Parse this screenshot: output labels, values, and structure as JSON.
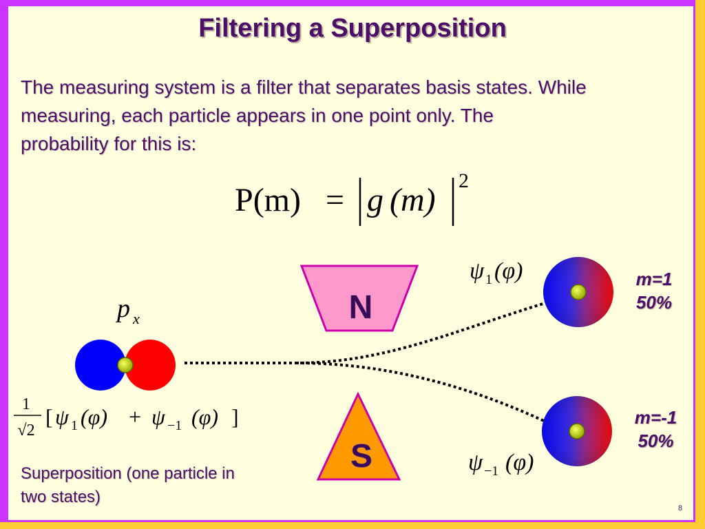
{
  "title": "Filtering a Superposition",
  "intro_lines": [
    "The measuring system is a filter that separates basis states. While",
    "measuring, each particle appears in one point only. The",
    "probability for this is:"
  ],
  "formula": {
    "lhs": "P(m)",
    "eq": "=",
    "g": "g",
    "arg": "(m)",
    "exponent": "2"
  },
  "filter": {
    "north": "N",
    "south": "S"
  },
  "particle_label": {
    "base": "p",
    "sub": "x"
  },
  "superposition": {
    "frac_num": "1",
    "frac_den": "√2",
    "open": "[",
    "psi1_sub": "1",
    "arg": "(φ)",
    "plus": "+",
    "psim1_sub": "−1",
    "close": "]"
  },
  "psi_plus": {
    "sym": "ψ",
    "sub": "1",
    "arg": "(φ)"
  },
  "psi_minus": {
    "sym": "ψ",
    "sub": "−1",
    "arg": "(φ)"
  },
  "outcome_plus": {
    "m": "m=1",
    "pct": "50%"
  },
  "outcome_minus": {
    "m": "m=-1",
    "pct": "50%"
  },
  "caption_lines": [
    "Superposition (one particle in",
    "two states)"
  ],
  "page_number": "8",
  "colors": {
    "frame_purple": "#cc33ff",
    "frame_gold": "#ffcc33",
    "background": "#ffffe0",
    "text_purple": "#4b0f68",
    "north_pink": "#ff99cc",
    "south_orange": "#ff9900",
    "lobe_blue": "#0000ff",
    "lobe_red": "#ff0000",
    "nucleus": "#c8d400"
  }
}
